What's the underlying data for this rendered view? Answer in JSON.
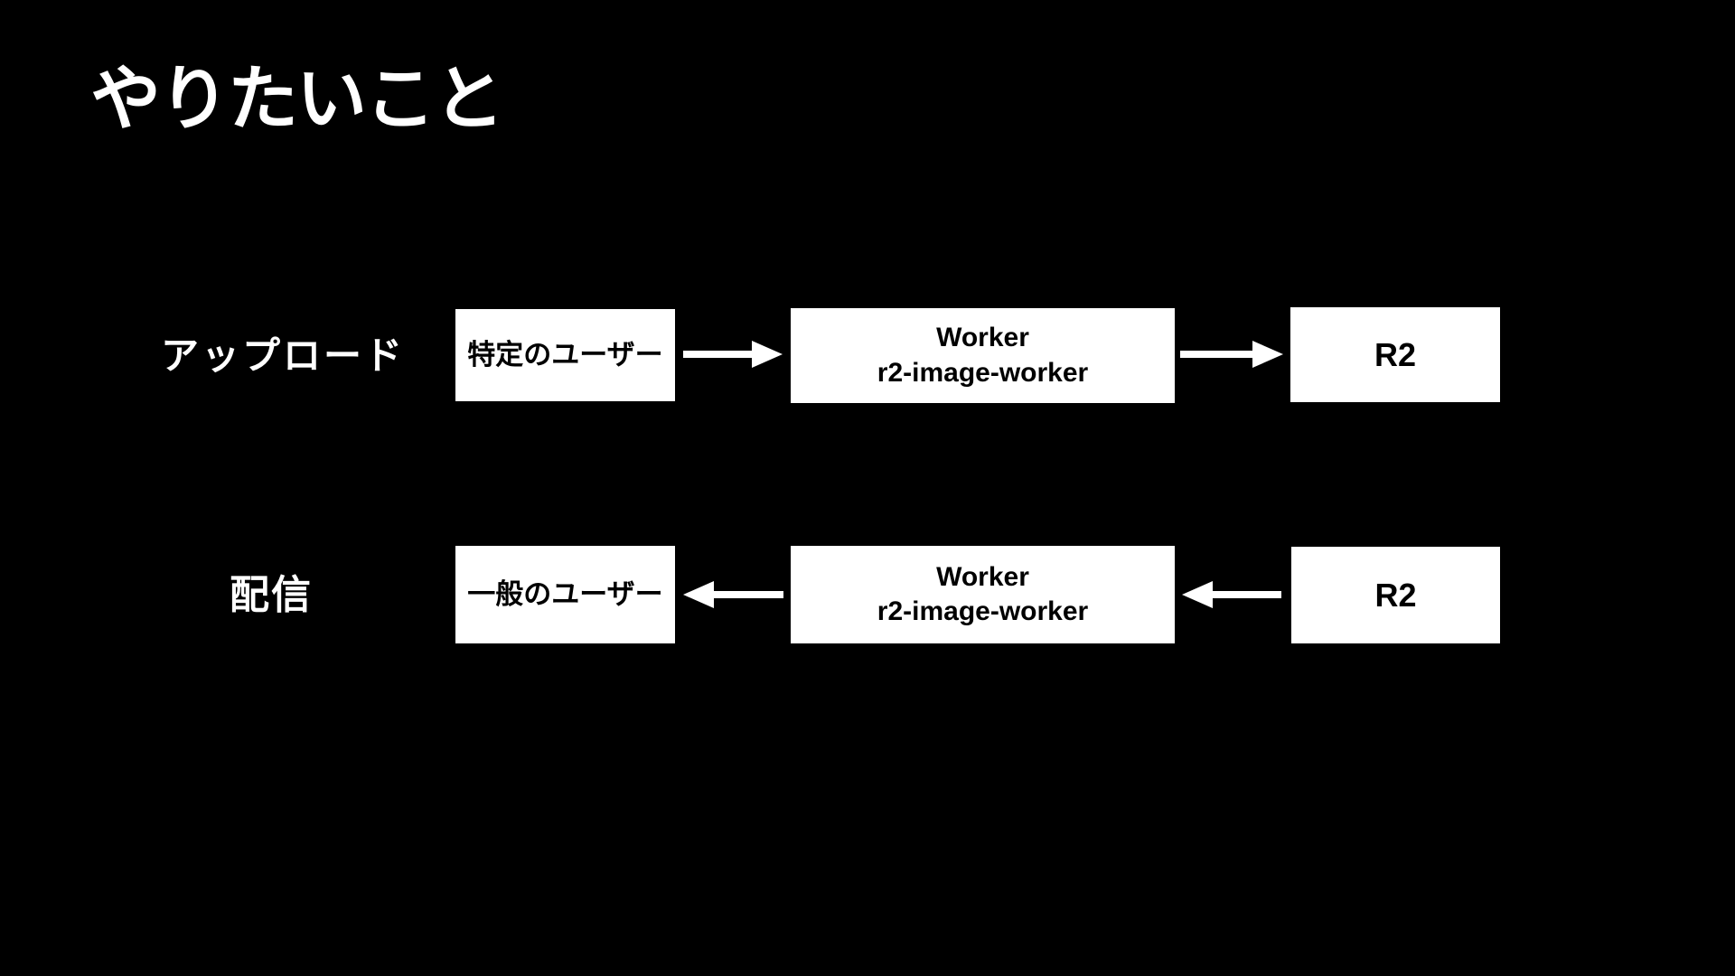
{
  "slide": {
    "title": "やりたいこと",
    "colors": {
      "background": "#000000",
      "title_text": "#ffffff",
      "box_background": "#ffffff",
      "box_text": "#000000",
      "arrow": "#ffffff"
    },
    "rows": [
      {
        "label": "アップロード",
        "direction": "right",
        "arrow_icon": "arrow-right-icon",
        "nodes": [
          {
            "lines": [
              "特定のユーザー"
            ]
          },
          {
            "lines": [
              "Worker",
              "r2-image-worker"
            ]
          },
          {
            "lines": [
              "R2"
            ]
          }
        ]
      },
      {
        "label": "配信",
        "direction": "left",
        "arrow_icon": "arrow-left-icon",
        "nodes": [
          {
            "lines": [
              "一般のユーザー"
            ]
          },
          {
            "lines": [
              "Worker",
              "r2-image-worker"
            ]
          },
          {
            "lines": [
              "R2"
            ]
          }
        ]
      }
    ]
  }
}
